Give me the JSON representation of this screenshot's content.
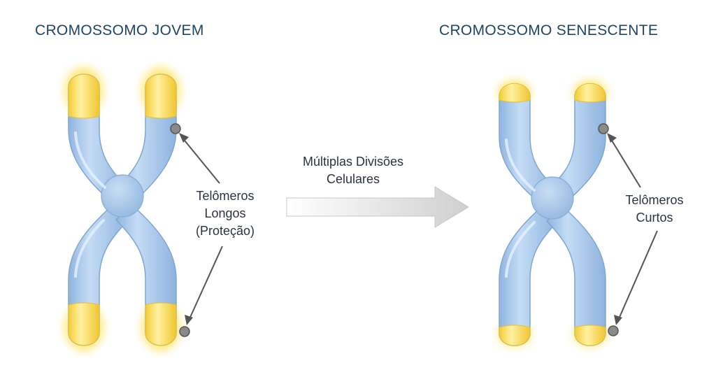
{
  "titles": {
    "young": "CROMOSSOMO JOVEM",
    "senescent": "CROMOSSOMO SENESCENTE"
  },
  "arrow": {
    "line1": "Múltiplas Divisões",
    "line2": "Celulares"
  },
  "young_telomeres": {
    "line1": "Telômeros",
    "line2": "Longos",
    "line3": "(Proteção)"
  },
  "senescent_telomeres": {
    "line1": "Telômeros",
    "line2": "Curtos"
  },
  "colors": {
    "chromatid": "#a9c8ea",
    "chromatid_stroke": "#7fa6d2",
    "telomere": "#f6dc5a",
    "title": "#1e4466"
  }
}
